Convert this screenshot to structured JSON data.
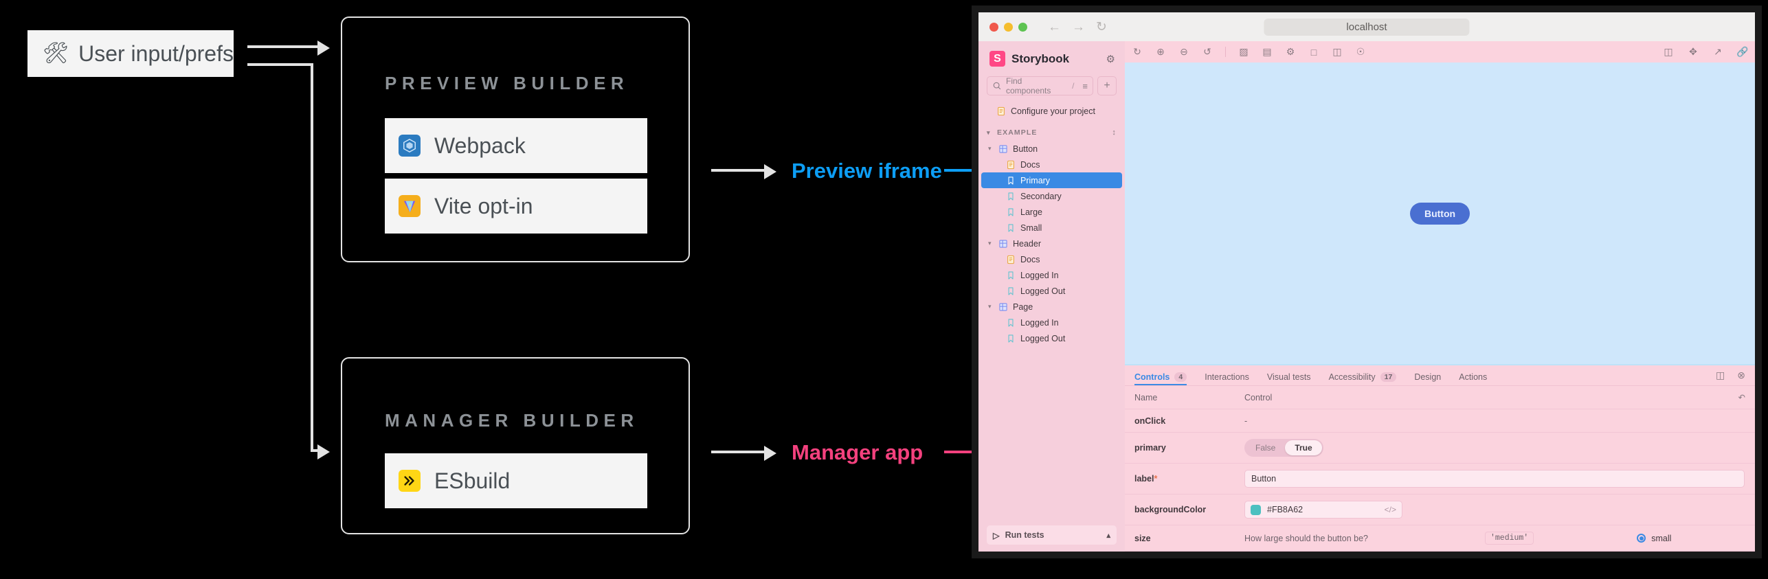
{
  "diagram": {
    "user_node": {
      "label": "User input/prefs",
      "icon": "tools-icon"
    },
    "preview_builder": {
      "heading": "PREVIEW BUILDER",
      "items": [
        {
          "label": "Webpack",
          "icon": "webpack-icon"
        },
        {
          "label": "Vite opt-in",
          "icon": "vite-icon"
        }
      ]
    },
    "manager_builder": {
      "heading": "MANAGER BUILDER",
      "items": [
        {
          "label": "ESbuild",
          "icon": "esbuild-icon"
        }
      ]
    },
    "annotations": [
      {
        "label": "Preview iframe",
        "color": "#0d9ef5"
      },
      {
        "label": "Manager app",
        "color": "#f4417e"
      }
    ]
  },
  "browser": {
    "url": "localhost",
    "back_icon": "arrow-left-icon",
    "forward_icon": "arrow-right-icon",
    "reload_icon": "reload-icon"
  },
  "storybook": {
    "brand": {
      "logo_letter": "S",
      "title": "Storybook"
    },
    "settings_icon": "gear-icon",
    "search": {
      "placeholder": "Find components",
      "shortcut": "/",
      "filter_icon": "filter-icon"
    },
    "add_button": "+",
    "tree": [
      {
        "label": "Configure your project",
        "icon": "doc-icon",
        "level": 1,
        "type": "doc"
      },
      {
        "label": "EXAMPLE",
        "type": "section",
        "caret": "chevron-down-icon"
      },
      {
        "label": "Button",
        "icon": "component-icon",
        "level": 0,
        "type": "component",
        "caret": "chevron-down-icon"
      },
      {
        "label": "Docs",
        "icon": "doc-icon",
        "level": 1,
        "type": "doc"
      },
      {
        "label": "Primary",
        "icon": "story-icon",
        "level": 1,
        "type": "story",
        "selected": true
      },
      {
        "label": "Secondary",
        "icon": "story-icon",
        "level": 1,
        "type": "story"
      },
      {
        "label": "Large",
        "icon": "story-icon",
        "level": 1,
        "type": "story"
      },
      {
        "label": "Small",
        "icon": "story-icon",
        "level": 1,
        "type": "story"
      },
      {
        "label": "Header",
        "icon": "component-icon",
        "level": 0,
        "type": "component",
        "caret": "chevron-down-icon"
      },
      {
        "label": "Docs",
        "icon": "doc-icon",
        "level": 1,
        "type": "doc"
      },
      {
        "label": "Logged In",
        "icon": "story-icon",
        "level": 1,
        "type": "story"
      },
      {
        "label": "Logged Out",
        "icon": "story-icon",
        "level": 1,
        "type": "story"
      },
      {
        "label": "Page",
        "icon": "component-icon",
        "level": 0,
        "type": "component",
        "caret": "chevron-down-icon"
      },
      {
        "label": "Logged In",
        "icon": "story-icon",
        "level": 1,
        "type": "story"
      },
      {
        "label": "Logged Out",
        "icon": "story-icon",
        "level": 1,
        "type": "story"
      }
    ],
    "run_tests": {
      "label": "Run tests",
      "icon": "play-icon",
      "chevron": "chevron-up-icon"
    },
    "toolbar_left": [
      "remount-icon",
      "zoom-in-icon",
      "zoom-out-icon",
      "zoom-reset-icon",
      "background-icon",
      "grid-icon",
      "measure-icon",
      "outline-icon",
      "viewport-icon",
      "accessibility-icon"
    ],
    "toolbar_right": [
      "sidebar-toggle-icon",
      "fullscreen-icon",
      "open-new-tab-icon",
      "copy-link-icon"
    ],
    "preview": {
      "button_label": "Button"
    },
    "panel": {
      "tabs": [
        {
          "label": "Controls",
          "count": "4",
          "active": true
        },
        {
          "label": "Interactions",
          "count": null,
          "active": false
        },
        {
          "label": "Visual tests",
          "count": null,
          "active": false
        },
        {
          "label": "Accessibility",
          "count": "17",
          "active": false
        },
        {
          "label": "Design",
          "count": null,
          "active": false
        },
        {
          "label": "Actions",
          "count": null,
          "active": false
        }
      ],
      "tabs_right": [
        "panel-position-icon",
        "close-panel-icon"
      ],
      "columns": [
        "Name",
        "Control"
      ],
      "reset_icon": "reset-icon",
      "rows": [
        {
          "name": "onClick",
          "required": false,
          "type": "none",
          "value": "-"
        },
        {
          "name": "primary",
          "required": false,
          "type": "boolean",
          "off_label": "False",
          "on_label": "True",
          "value": "True"
        },
        {
          "name": "label",
          "required": true,
          "type": "text",
          "value": "Button"
        },
        {
          "name": "backgroundColor",
          "required": false,
          "type": "color",
          "value": "#FB8A62",
          "swatch": "#4cc0c0",
          "code_icon": "code-icon"
        },
        {
          "name": "size",
          "required": false,
          "type": "radio",
          "description": "How large should the button be?",
          "token": "'medium'",
          "option": "small"
        }
      ]
    }
  }
}
